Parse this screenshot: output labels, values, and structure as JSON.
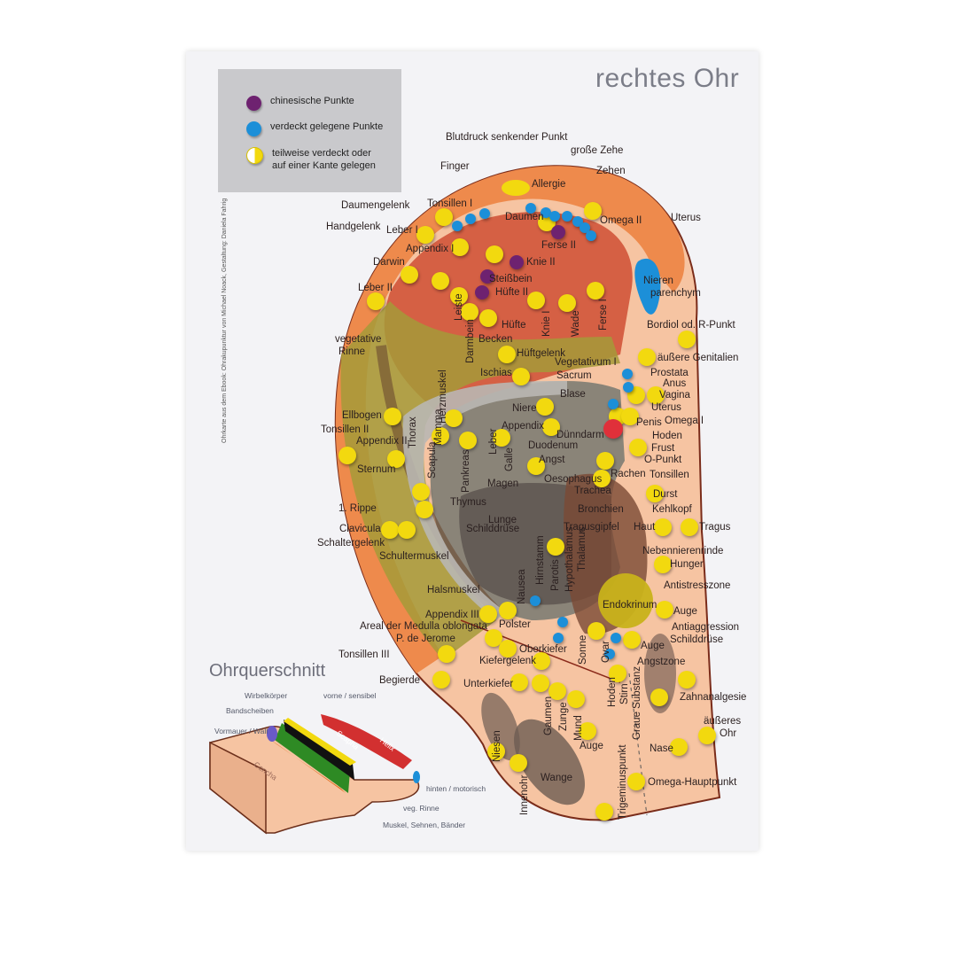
{
  "title": "rechtes Ohr",
  "legend": {
    "items": [
      {
        "label": "chinesische Punkte",
        "color": "#6e2270"
      },
      {
        "label": "verdeckt gelegene Punkte",
        "color": "#1c8fd8"
      },
      {
        "label": "teilweise verdeckt oder auf einer Kante gelegen",
        "color": "#f2d90f"
      }
    ]
  },
  "credit": "Ohrkarte aus dem Ebook: Ohrakupunktur von Michael Noack, Gestaltung: Daniela Fahrig",
  "colors": {
    "yellow_point": "#f2d90f",
    "blue_point": "#1c8fd8",
    "purple_point": "#6e2270",
    "red_point": "#e0303a"
  },
  "labels": [
    "Blutdruck senkender Punkt",
    "große Zehe",
    "Zehen",
    "Finger",
    "Allergie",
    "Tonsillen I",
    "Daumengelenk",
    "Daumen",
    "Omega II",
    "Uterus",
    "Handgelenk",
    "Leber I",
    "Ferse II",
    "Appendix I",
    "Knie II",
    "Darwin",
    "Steißbein",
    "Nieren",
    "parenchym",
    "Leber II",
    "Hüfte II",
    "Leiste",
    "Knie I",
    "Wade",
    "Ferse I",
    "Darmbein",
    "Hüfte",
    "Becken",
    "Bordiol od. R-Punkt",
    "vegetative",
    "Rinne",
    "Hüftgelenk",
    "Vegetativum I",
    "äußere Genitalien",
    "Ischias",
    "Sacrum",
    "Prostata",
    "Anus",
    "Vagina",
    "Uterus",
    "Herzmuskel",
    "Mamma",
    "Niere",
    "Blase",
    "Penis",
    "Omega I",
    "Ellbogen",
    "Thorax",
    "Tonsillen II",
    "Appendix",
    "Dünndarm",
    "Hoden",
    "Appendix II",
    "Leber",
    "Duodenum",
    "Frust",
    "Scapula",
    "Sternum",
    "Galle",
    "Angst",
    "O-Punkt",
    "Pankreas",
    "Rachen",
    "Tonsillen",
    "Magen",
    "Oesophagus",
    "Trachea",
    "Durst",
    "Thymus",
    "Kehlkopf",
    "Bronchien",
    "1. Rippe",
    "Lunge",
    "Clavicula",
    "Schilddrüse",
    "Tragusgipfel",
    "Haut",
    "Tragus",
    "Schaltergelenk",
    "Nebennierenrinde",
    "Schultermuskel",
    "Hunger",
    "Hirnstamm",
    "Parotis",
    "Hypothalamus",
    "Thalamus",
    "Nausea",
    "Halsmuskel",
    "Antistresszone",
    "Endokrinum",
    "Auge",
    "Appendix III",
    "Polster",
    "Antiaggression",
    "Areal der Medulla oblongata",
    "Schilddrüse",
    "P. de Jerome",
    "Sonne",
    "Ovar",
    "Auge",
    "Oberkiefer",
    "Tonsillen III",
    "Kiefergelenk",
    "Angstzone",
    "Begierde",
    "Unterkiefer",
    "Zahnanalgesie",
    "Hoden",
    "Stirn",
    "Graue Substanz",
    "Gaumen",
    "Zunge",
    "Mund",
    "äußeres",
    "Ohr",
    "Niesen",
    "Auge",
    "Nase",
    "Wange",
    "Trigeminuspunkt",
    "Innenohr",
    "Omega-Hauptpunkt"
  ],
  "cross_section": {
    "title": "Ohrquerschnitt",
    "labels": [
      "Wirbelkörper",
      "Bandscheiben",
      "Vormauer / Wall",
      "vorne / sensibel",
      "Helix",
      "Scapha",
      "Concha",
      "hinten / motorisch",
      "veg. Rinne",
      "Muskel, Sehnen, Bänder"
    ]
  }
}
